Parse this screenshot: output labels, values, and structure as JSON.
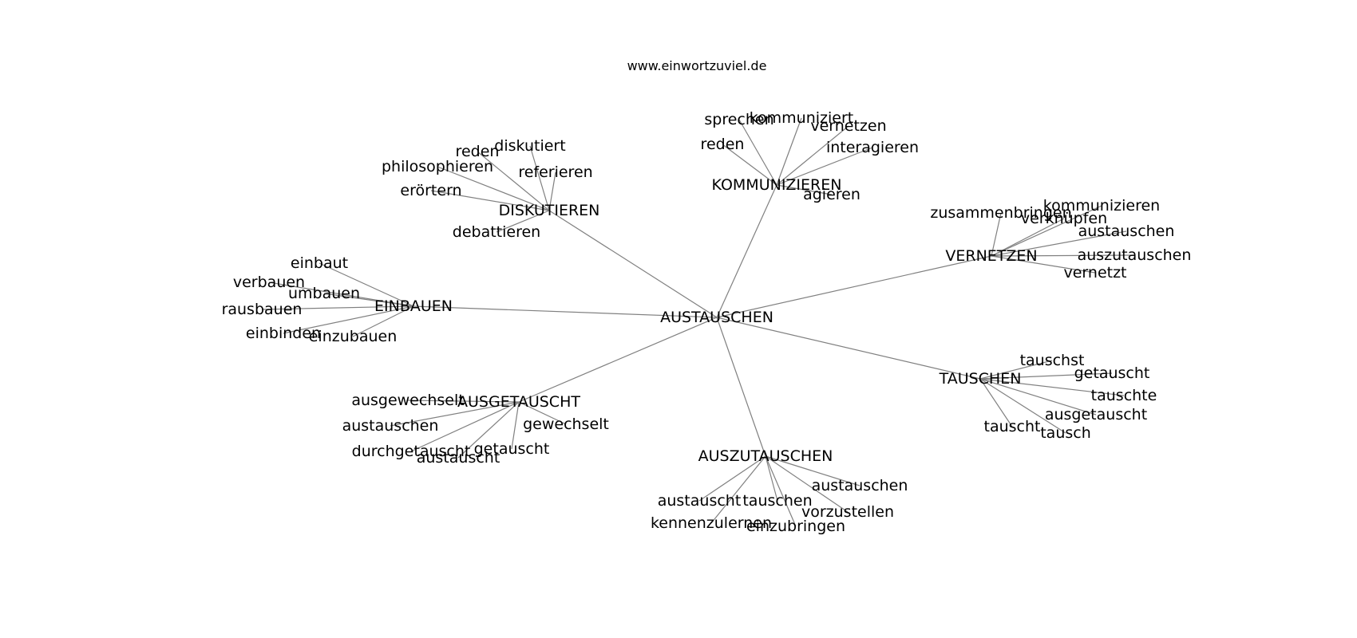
{
  "source": "www.einwortzuviel.de",
  "colors": {
    "edge": "#808080",
    "text": "#000000",
    "background": "#ffffff"
  },
  "graph": {
    "root": "AUSTAUSCHEN",
    "groups": [
      {
        "hub": "DISKUTIEREN",
        "leaves": [
          "reden",
          "diskutiert",
          "philosophieren",
          "referieren",
          "erörtern",
          "debattieren"
        ]
      },
      {
        "hub": "KOMMUNIZIEREN",
        "leaves": [
          "sprechen",
          "kommuniziert",
          "vernetzen",
          "reden",
          "interagieren",
          "agieren"
        ]
      },
      {
        "hub": "VERNETZEN",
        "leaves": [
          "zusammenbringen",
          "kommunizieren",
          "verknüpfen",
          "austauschen",
          "auszutauschen",
          "vernetzt"
        ]
      },
      {
        "hub": "EINBAUEN",
        "leaves": [
          "einbaut",
          "verbauen",
          "umbauen",
          "rausbauen",
          "einbinden",
          "einzubauen"
        ]
      },
      {
        "hub": "TAUSCHEN",
        "leaves": [
          "tauschst",
          "getauscht",
          "tauschte",
          "ausgetauscht",
          "tauscht",
          "tausch"
        ]
      },
      {
        "hub": "AUSGETAUSCHT",
        "leaves": [
          "ausgewechselt",
          "austauschen",
          "gewechselt",
          "durchgetauscht",
          "getauscht",
          "austauscht"
        ]
      },
      {
        "hub": "AUSZUTAUSCHEN",
        "leaves": [
          "austauschen",
          "austauscht",
          "tauschen",
          "vorzustellen",
          "kennenzulernen",
          "einzubringen"
        ]
      }
    ]
  }
}
